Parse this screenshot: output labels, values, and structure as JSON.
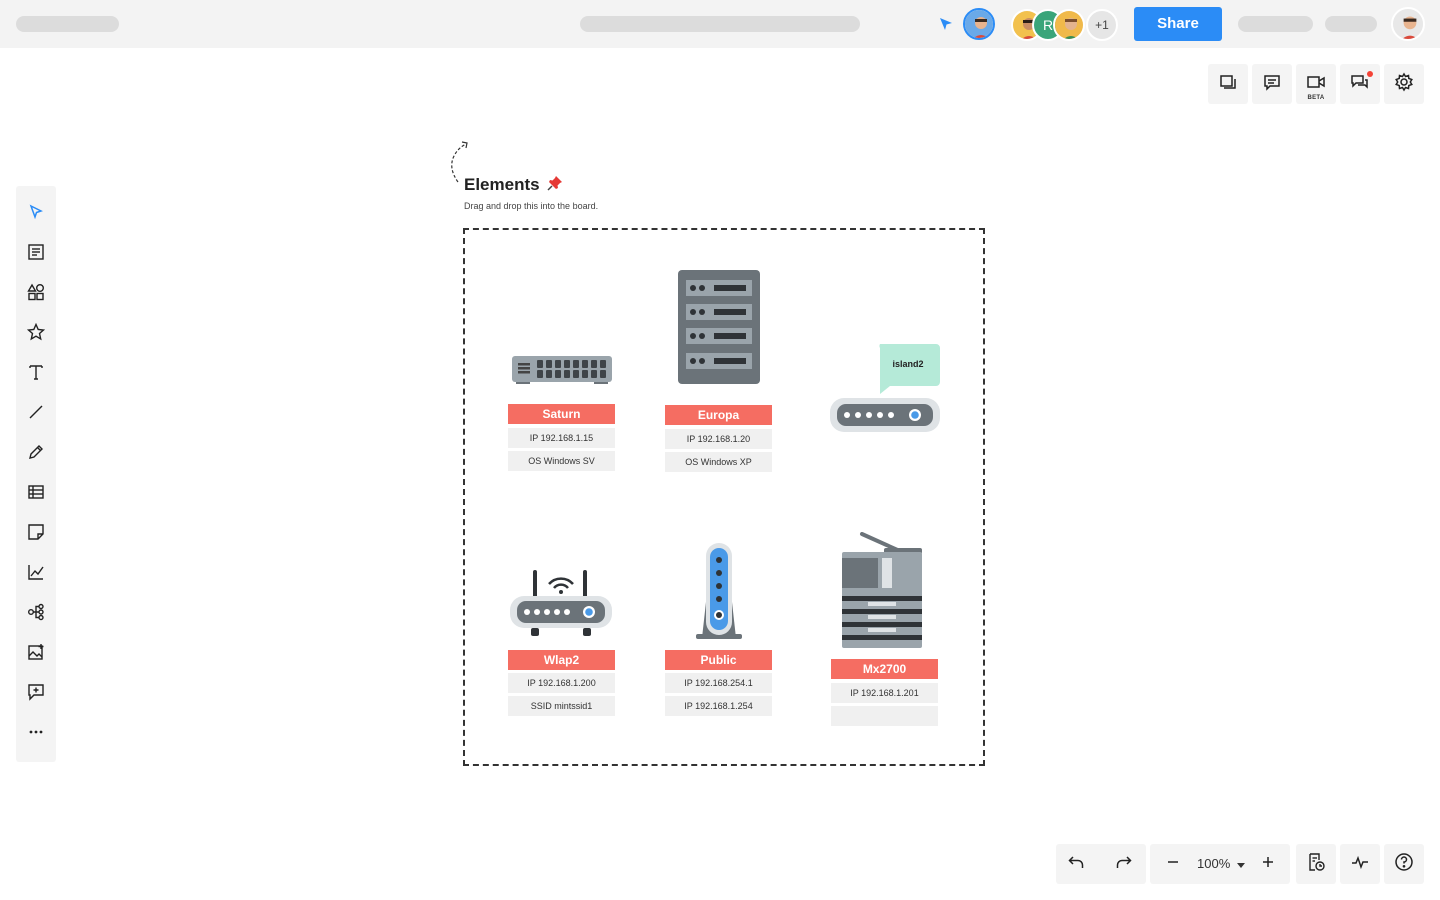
{
  "topbar": {
    "share_label": "Share",
    "extra_collaborators": "+1",
    "collaborator_initial": "R"
  },
  "right_toolbar": {
    "beta_label": "BETA",
    "items": [
      "pages-icon",
      "comments-icon",
      "video-icon",
      "chat-icon",
      "settings-icon"
    ]
  },
  "left_toolbar": {
    "items": [
      "select-icon",
      "document-icon",
      "shapes-icon",
      "star-icon",
      "text-icon",
      "line-icon",
      "pen-icon",
      "table-icon",
      "sticky-note-icon",
      "chart-icon",
      "mindmap-icon",
      "image-icon",
      "add-comment-icon",
      "more-icon"
    ]
  },
  "bottom_toolbar": {
    "zoom": "100%"
  },
  "frame": {
    "title": "Elements",
    "subtitle": "Drag and drop this into the board."
  },
  "devices": {
    "saturn": {
      "name": "Saturn",
      "row1": "IP 192.168.1.15",
      "row2": "OS Windows SV"
    },
    "europa": {
      "name": "Europa",
      "row1": "IP 192.168.1.20",
      "row2": "OS Windows XP"
    },
    "island2": {
      "bubble": "island2"
    },
    "wlap2": {
      "name": "Wlap2",
      "row1": "IP 192.168.1.200",
      "row2": "SSID mintssid1"
    },
    "public": {
      "name": "Public",
      "row1": "IP 192.168.254.1",
      "row2": "IP 192.168.1.254"
    },
    "mx2700": {
      "name": "Mx2700",
      "row1": "IP 192.168.1.201",
      "row2": ""
    }
  },
  "colors": {
    "accent": "#2b8cf6",
    "card_header": "#f56d62",
    "device_gray": "#6b7379",
    "device_light": "#9aa4ab",
    "bubble": "#b5ead8"
  }
}
